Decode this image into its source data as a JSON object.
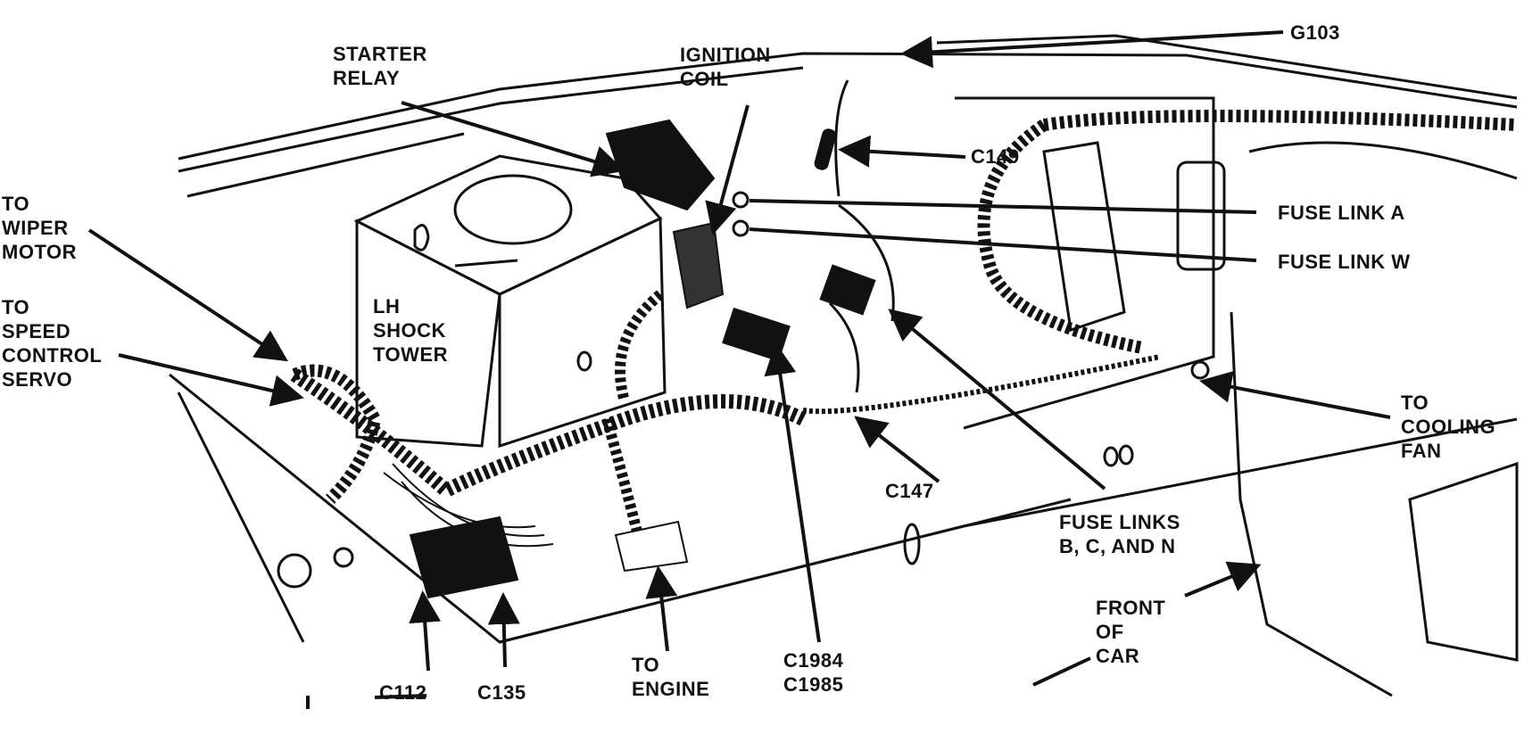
{
  "colors": {
    "ink": "#111111",
    "paper": "#ffffff"
  },
  "labels": {
    "starter_relay": "STARTER\nRELAY",
    "ignition_coil": "IGNITION\nCOIL",
    "g103": "G103",
    "c149": "C149",
    "fuse_link_a": "FUSE LINK A",
    "fuse_link_w": "FUSE LINK W",
    "to_wiper_motor": "TO\nWIPER\nMOTOR",
    "to_speed_control_servo": "TO\nSPEED\nCONTROL\nSERVO",
    "lh_shock_tower": "LH\nSHOCK\nTOWER",
    "to_cooling_fan": "TO\nCOOLING\nFAN",
    "c147": "C147",
    "fuse_links_bcn": "FUSE LINKS\nB, C, AND N",
    "front_of_car": "FRONT\nOF\nCAR",
    "to_engine": "TO\nENGINE",
    "c1984_c1985": "C1984\nC1985",
    "c112": "C112",
    "c135": "C135"
  }
}
